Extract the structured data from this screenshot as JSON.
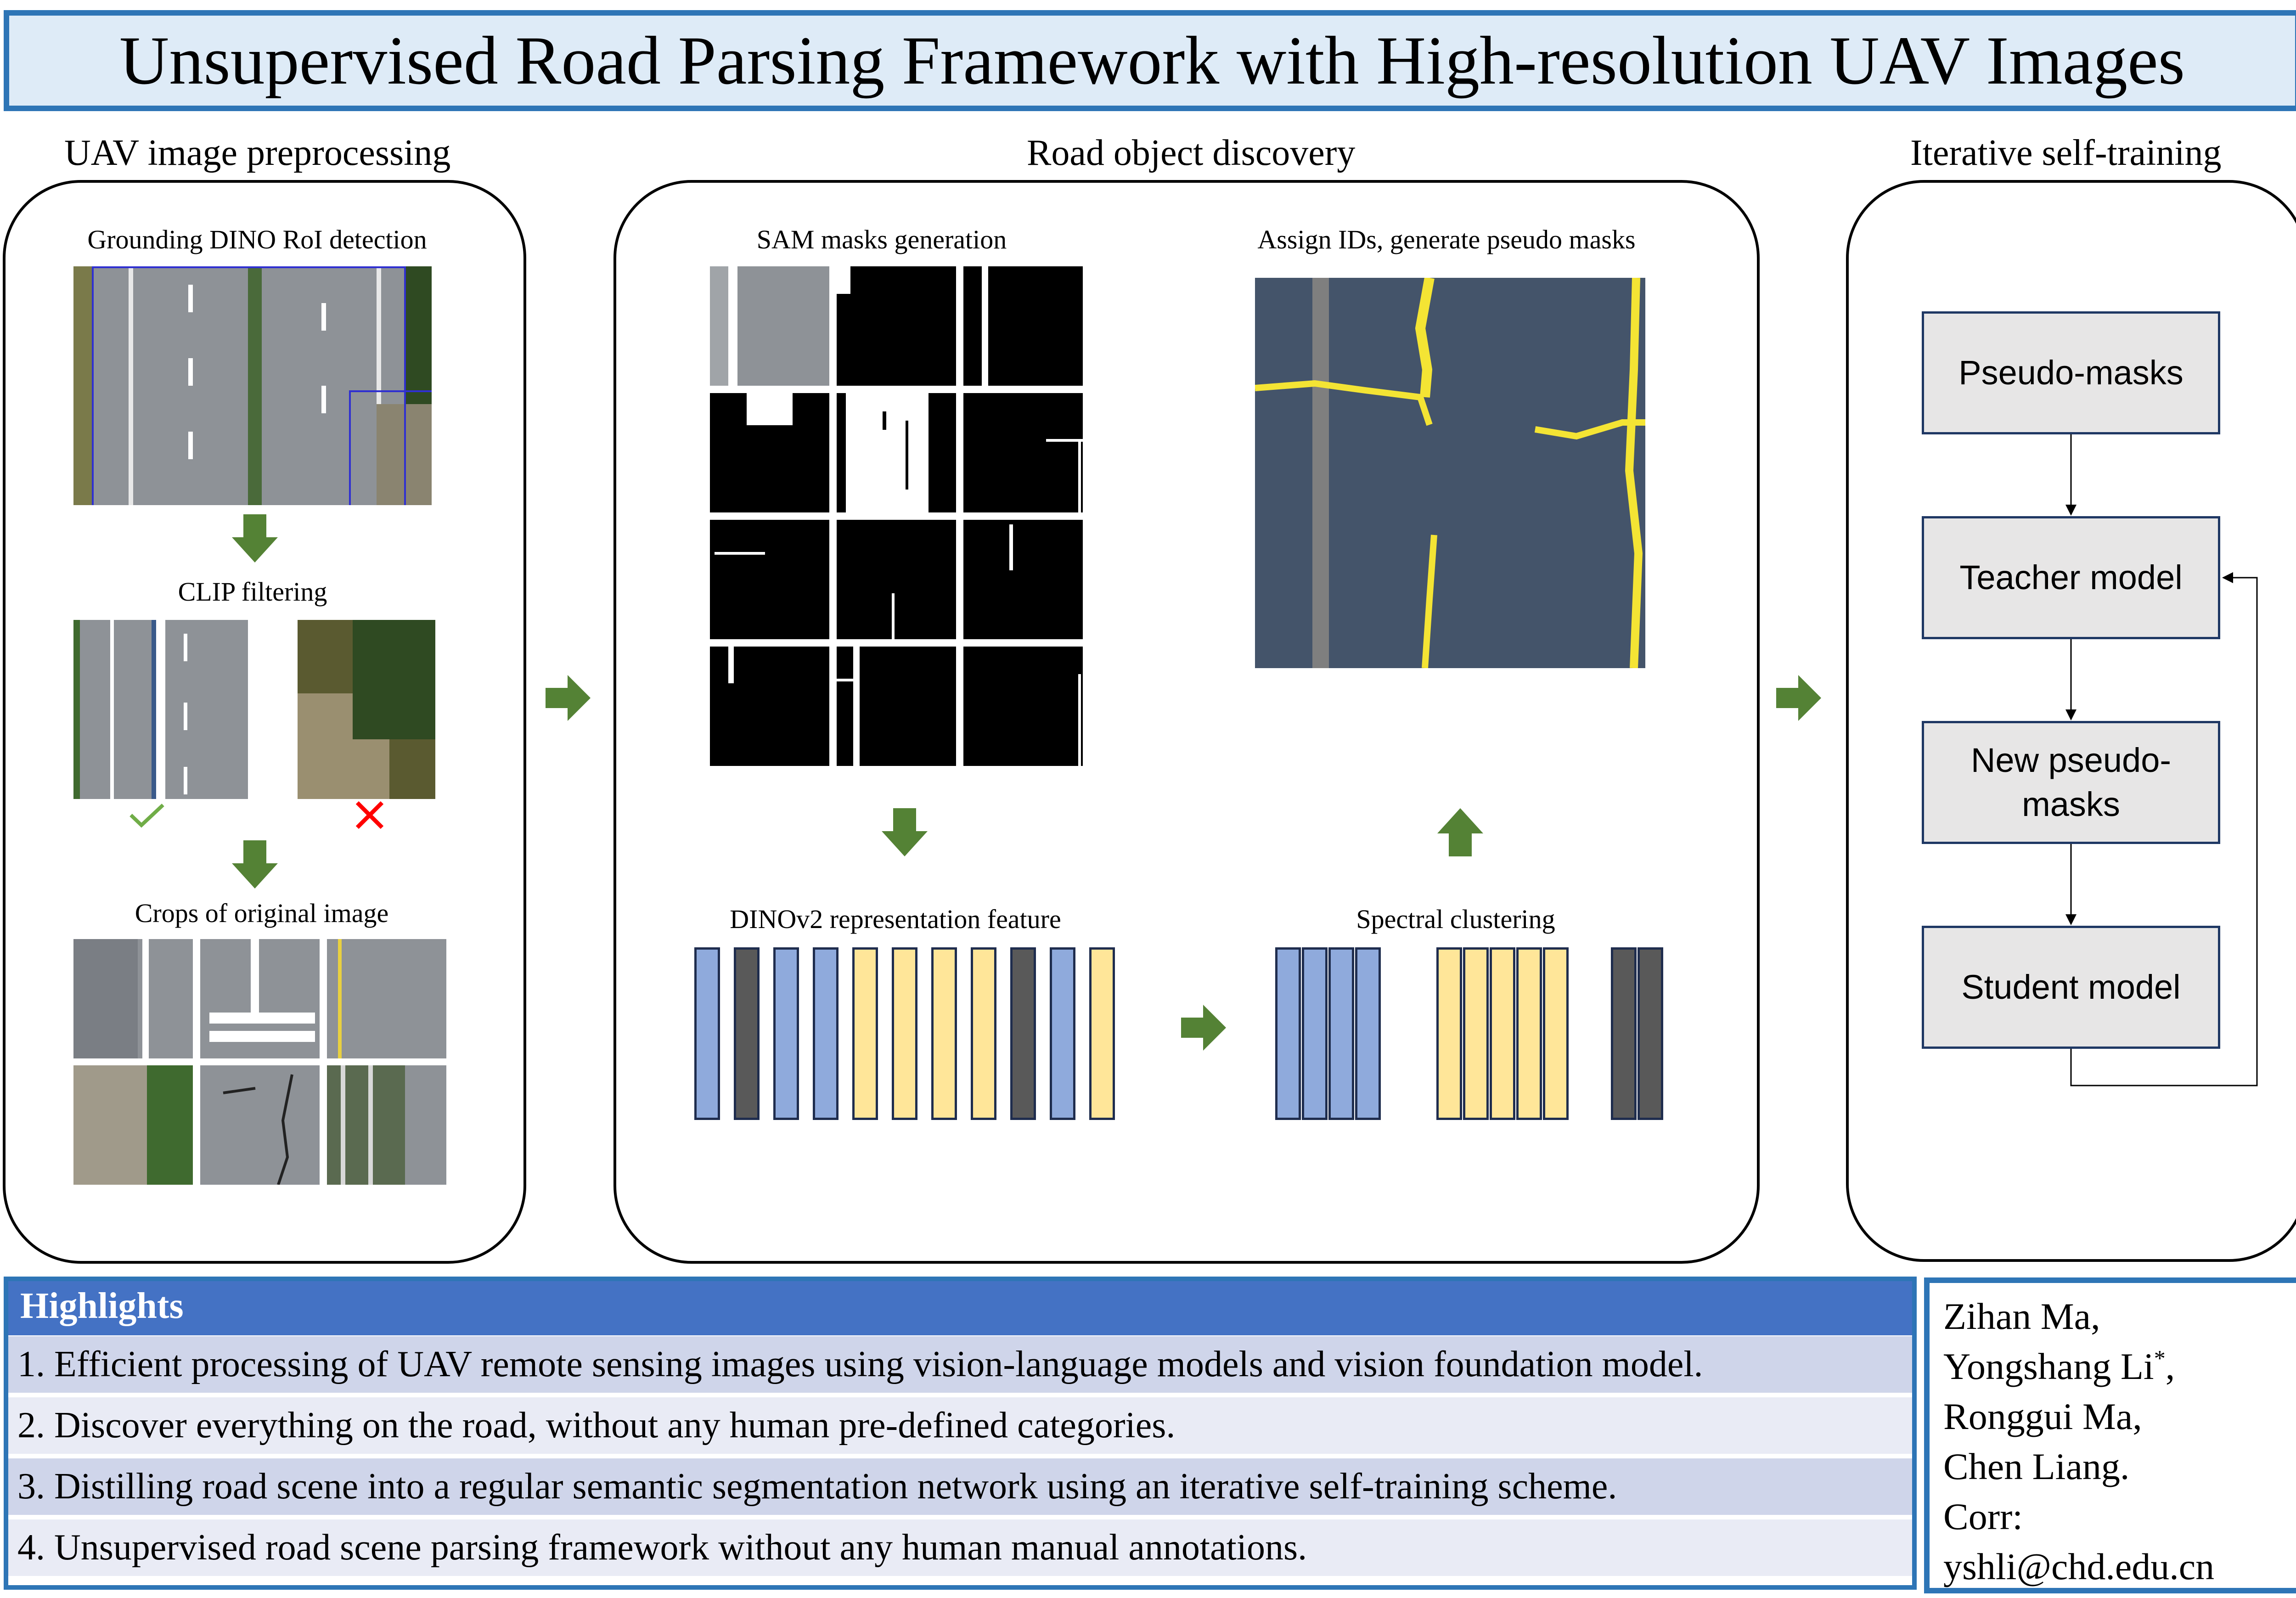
{
  "title": "Unsupervised Road Parsing Framework with High-resolution UAV Images",
  "sections": {
    "preprocessing": {
      "title": "UAV image preprocessing",
      "step1": "Grounding DINO RoI detection",
      "step2": "CLIP filtering",
      "step3": "Crops of original image"
    },
    "discovery": {
      "title": "Road object discovery",
      "sam": "SAM masks generation",
      "assign": "Assign IDs, generate pseudo masks",
      "dinov2": "DINOv2 representation feature",
      "spectral": "Spectral clustering"
    },
    "training": {
      "title": "Iterative self-training",
      "boxes": [
        "Pseudo-masks",
        "Teacher model",
        "New pseudo-\nmasks",
        "Student model"
      ]
    }
  },
  "icons": {
    "accept": "check-icon",
    "reject": "cross-icon",
    "flow": "green-arrow-icon"
  },
  "colors": {
    "accent": "#2e75b6",
    "arrow": "#548235",
    "highlight_header": "#4472c4",
    "feature_blue": "#8faadc",
    "feature_gray": "#595959",
    "feature_yellow": "#ffe699",
    "mask_background": "#44546a",
    "mask_crack": "#f4e434"
  },
  "highlights": {
    "header": "Highlights",
    "items": [
      "1. Efficient processing of UAV remote sensing images using vision-language models and vision foundation model.",
      "2. Discover everything on the road, without any human pre-defined categories.",
      "3. Distilling road scene into a regular semantic segmentation network using an iterative self-training scheme.",
      "4. Unsupervised road scene parsing framework without any human manual annotations."
    ]
  },
  "authors": {
    "lines": [
      "Zihan Ma,",
      "Yongshang Li",
      "Ronggui Ma,",
      "Chen Liang.",
      "Corr:",
      "yshli@chd.edu.cn"
    ],
    "corresponding_mark": "*",
    "after_mark": ","
  }
}
